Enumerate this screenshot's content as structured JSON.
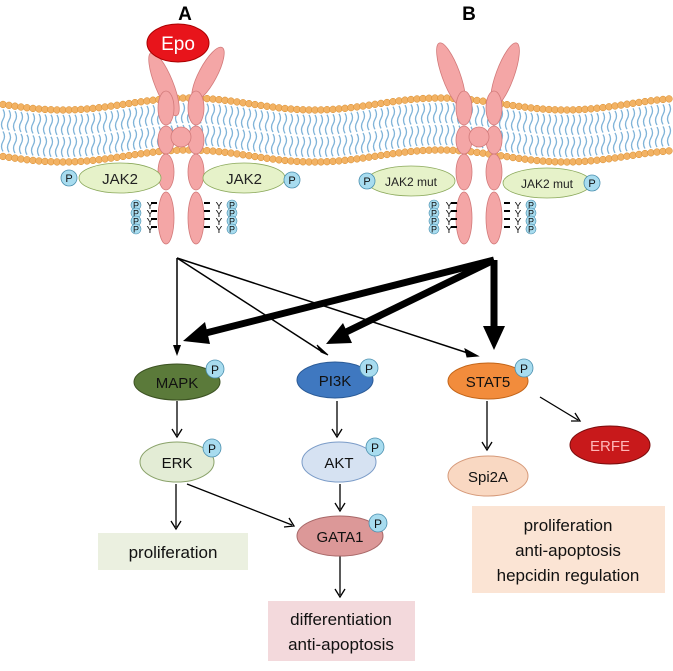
{
  "panels": {
    "a_label": "A",
    "b_label": "B"
  },
  "ligand": {
    "label": "Epo",
    "color": "#e8141b"
  },
  "jak": {
    "a_left": "JAK2",
    "a_right": "JAK2",
    "b_left": "JAK2 mut",
    "b_right": "JAK2 mut",
    "phospho": "P",
    "tyrosine": "Y"
  },
  "nodes": {
    "mapk": {
      "label": "MAPK",
      "color": "#5b7a3a"
    },
    "pi3k": {
      "label": "PI3K",
      "color": "#3f78c0"
    },
    "stat5": {
      "label": "STAT5",
      "color": "#f28c3c"
    },
    "erk": {
      "label": "ERK",
      "color": "#e3ecd5"
    },
    "akt": {
      "label": "AKT",
      "color": "#d6e2f2"
    },
    "gata1": {
      "label": "GATA1",
      "color": "#dc9898"
    },
    "spi2a": {
      "label": "Spi2A",
      "color": "#f9d8c2"
    },
    "erfe": {
      "label": "ERFE",
      "color": "#c8191b"
    }
  },
  "outcomes": {
    "mapk_box": {
      "lines": [
        "proliferation"
      ],
      "color": "#ebf0e0"
    },
    "gata1_box": {
      "lines": [
        "differentiation",
        "anti-apoptosis"
      ],
      "color": "#f3d9dc"
    },
    "stat5_box": {
      "lines": [
        "proliferation",
        "anti-apoptosis",
        "hepcidin regulation"
      ],
      "color": "#fbe4d4"
    }
  },
  "colors": {
    "membrane_head": "#f2b264",
    "membrane_tail": "#7fb3d8",
    "receptor": "#f4a6a6",
    "receptor_stroke": "#d27a7a",
    "jak_fill": "#e6f2c9",
    "phospho_fill": "#a8dcef"
  }
}
